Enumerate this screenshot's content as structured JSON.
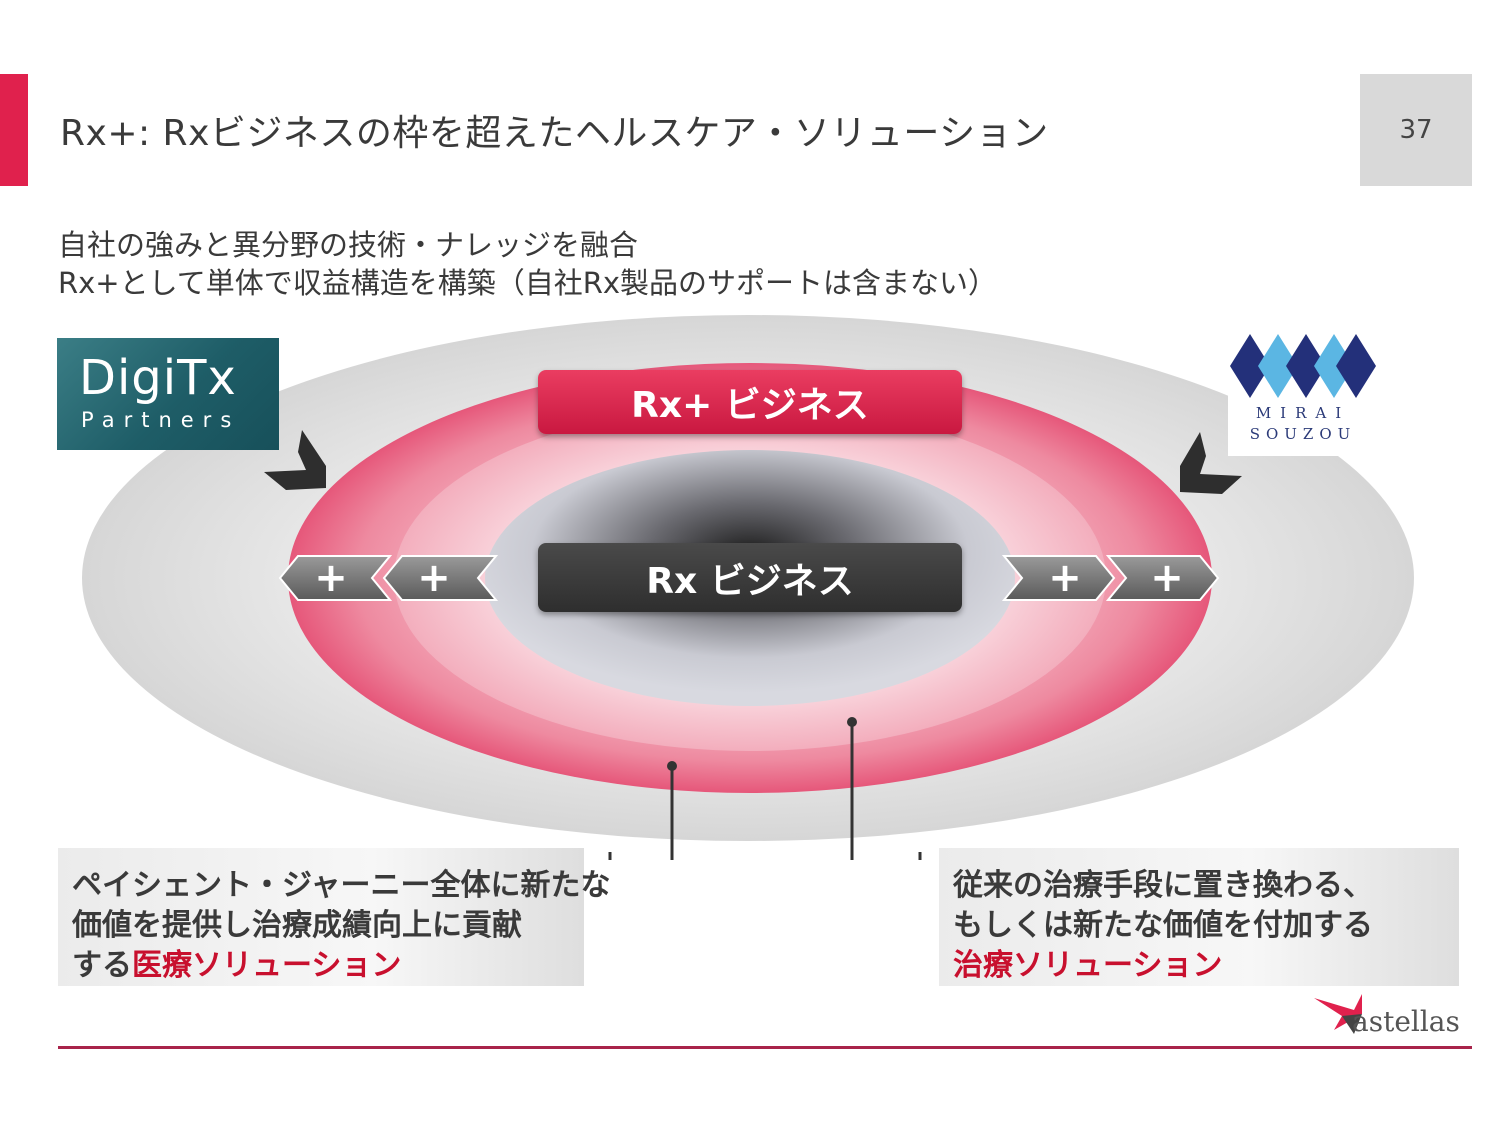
{
  "header": {
    "title": "Rx+: Rxビジネスの枠を超えたヘルスケア・ソリューション",
    "page_number": "37",
    "accent_color": "#e0214d"
  },
  "subtitle": {
    "line1": "自社の強みと異分野の技術・ナレッジを融合",
    "line2": "Rx+として単体で収益構造を構築（自社Rx製品のサポートは含まない）"
  },
  "diagram": {
    "rxplus_label": "Rx+ ビジネス",
    "rx_label": "Rx ビジネス",
    "plus_symbol": "+",
    "rxplus_color": "#e0214d",
    "rx_color": "#333333"
  },
  "partners": {
    "digitx_line1": "DigiTx",
    "digitx_line2": "Partners",
    "mirai_line1": "MIRAI",
    "mirai_line2": "SOUZOU"
  },
  "callouts": {
    "left": {
      "line1": "ペイシェント・ジャーニー全体に新たな",
      "line2": "価値を提供し治療成績向上に貢献",
      "line3_prefix": "する",
      "line3_highlight": "医療ソリューション"
    },
    "right": {
      "line1": "従来の治療手段に置き換わる、",
      "line2": "もしくは新たな価値を付加する",
      "line3_highlight": "治療ソリューション"
    },
    "highlight_color": "#c8102e"
  },
  "footer": {
    "logo_text": "astellas"
  }
}
